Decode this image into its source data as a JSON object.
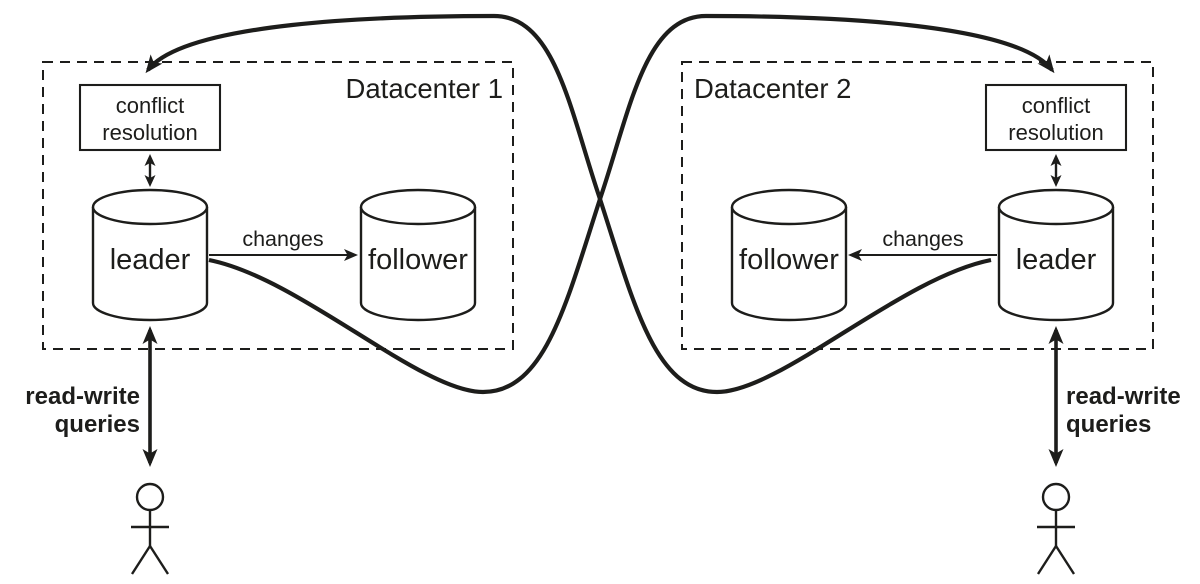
{
  "colors": {
    "ink": "#1d1d1b",
    "background": "#ffffff"
  },
  "datacenter1": {
    "label": "Datacenter 1",
    "conflict_resolution": {
      "line1": "conflict",
      "line2": "resolution"
    },
    "leader": "leader",
    "follower": "follower",
    "changes": "changes",
    "queries": {
      "line1": "read-write",
      "line2": "queries"
    }
  },
  "datacenter2": {
    "label": "Datacenter 2",
    "conflict_resolution": {
      "line1": "conflict",
      "line2": "resolution"
    },
    "leader": "leader",
    "follower": "follower",
    "changes": "changes",
    "queries": {
      "line1": "read-write",
      "line2": "queries"
    }
  }
}
